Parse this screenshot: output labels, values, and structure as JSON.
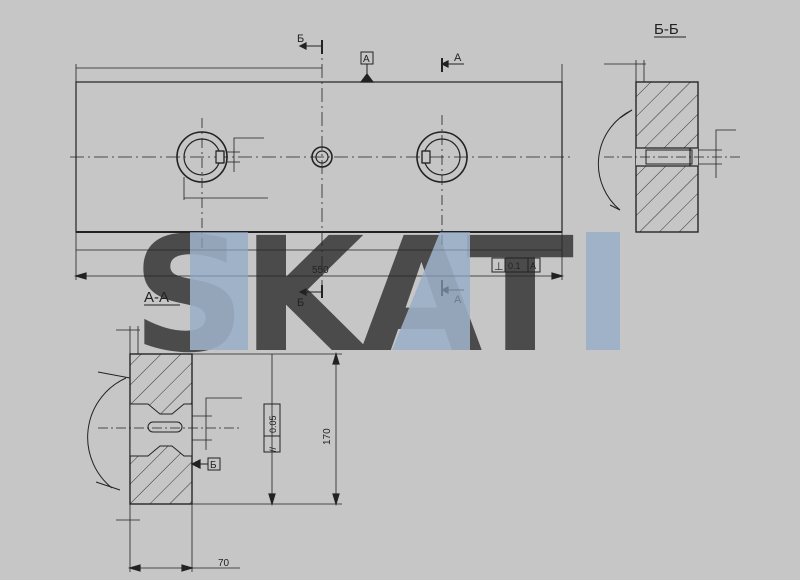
{
  "colors": {
    "background": "#c6c6c6",
    "line": "#222222",
    "watermark_light": "#e8e8e8",
    "watermark_blue": "#8fa8c8"
  },
  "watermark": {
    "text": "SKAT"
  },
  "views": {
    "front": {
      "length_dim": "550",
      "section_b_label": "Б",
      "section_a_label": "А",
      "datum_a": "А",
      "tolerance_frame": {
        "symbol": "⊥",
        "value": "0.1",
        "datum": "А"
      }
    },
    "section_bb": {
      "title": "Б-Б"
    },
    "section_aa": {
      "title": "А-А",
      "height_dim": "170",
      "width_dim": "70",
      "parallelism_frame": {
        "symbol": "//",
        "value": "0.05"
      },
      "datum_b": "Б"
    }
  }
}
